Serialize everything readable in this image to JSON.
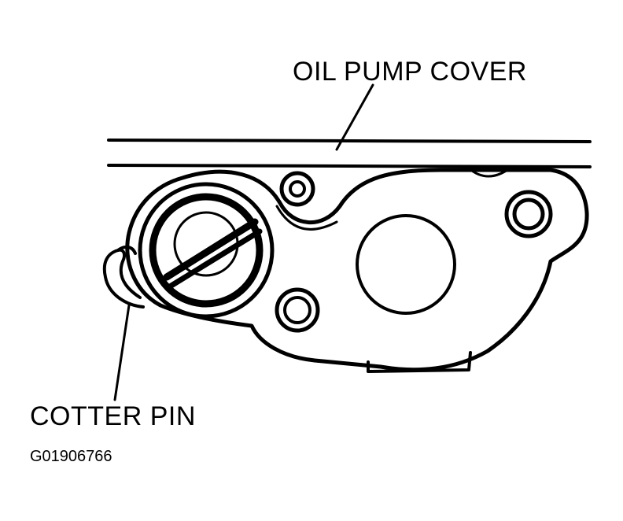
{
  "labels": {
    "oil_pump_cover": "OIL PUMP COVER",
    "cotter_pin": "COTTER PIN",
    "figure_id": "G01906766"
  },
  "colors": {
    "ink": "#000000",
    "paper": "#ffffff"
  }
}
